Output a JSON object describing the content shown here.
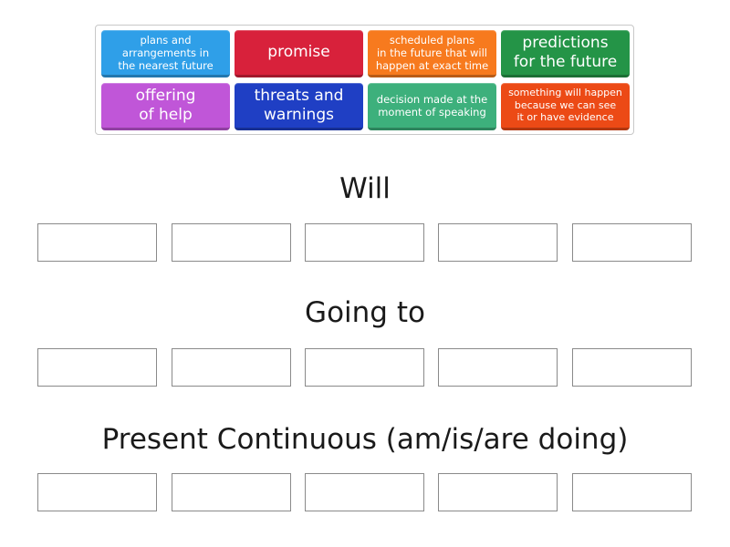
{
  "cards": [
    {
      "text": "plans and\narrangements in\nthe nearest future",
      "color": "#2f9fe8",
      "size": "small"
    },
    {
      "text": "promise",
      "color": "#d8213b",
      "size": "large"
    },
    {
      "text": "scheduled plans\nin the future that will\nhappen at exact time",
      "color": "#f77a1e",
      "size": "small"
    },
    {
      "text": "predictions\nfor the future",
      "color": "#249447",
      "size": "large"
    },
    {
      "text": "offering\nof help",
      "color": "#c056d8",
      "size": "large"
    },
    {
      "text": "threats and\nwarnings",
      "color": "#1f3fc4",
      "size": "large"
    },
    {
      "text": "decision made at the\nmoment of speaking",
      "color": "#3db07c",
      "size": "small"
    },
    {
      "text": "something will happen\nbecause we can see\nit or have evidence",
      "color": "#ec4a16",
      "size": "xsmall"
    }
  ],
  "groups": [
    {
      "title": "Will",
      "slots": 5
    },
    {
      "title": "Going to",
      "slots": 5
    },
    {
      "title": "Present Continuous (am/is/are doing)",
      "slots": 5
    }
  ]
}
